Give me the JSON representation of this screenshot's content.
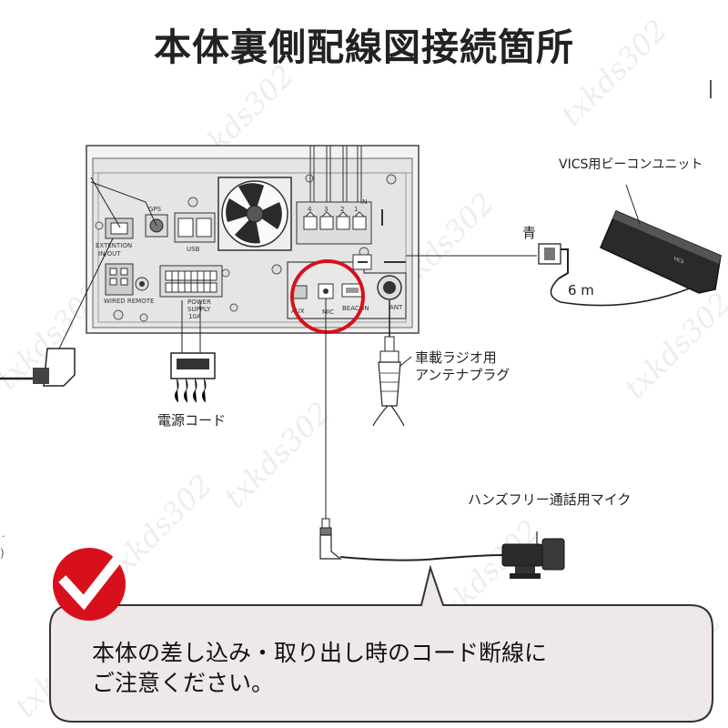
{
  "title": "本体裏側配線図接続箇所",
  "panel": {
    "gps": "GPS",
    "usb": "USB",
    "extention_in": "EXTENTION",
    "extention_out": "IN/OUT",
    "wired_remote": "WIRED REMOTE",
    "power_supply": [
      "POWER",
      "SUPPLY",
      "10A"
    ],
    "aux": "AUX",
    "mic": "MIC",
    "beacon": "BEACON",
    "ant": "ANT",
    "cam_ports": [
      "4",
      "3",
      "2",
      "1"
    ],
    "cam_in": "IN"
  },
  "labels": {
    "vics_unit": "VICS用ビーコンユニット",
    "blue": "青",
    "length": "6 m",
    "antenna_plug": [
      "車載ラジオ用",
      "アンテナプラグ"
    ],
    "power_cord": "電源コード",
    "mic": "ハンズフリー通話用マイク"
  },
  "watermark": "txkds302",
  "note": {
    "lines": [
      "本体の差し込み・取り出し時のコード断線に",
      "ご注意ください。"
    ]
  },
  "colors": {
    "highlight_ring": "#d8101c",
    "check_badge": "#d8101c",
    "note_fill": "#eee8e8",
    "note_border": "#333333"
  }
}
